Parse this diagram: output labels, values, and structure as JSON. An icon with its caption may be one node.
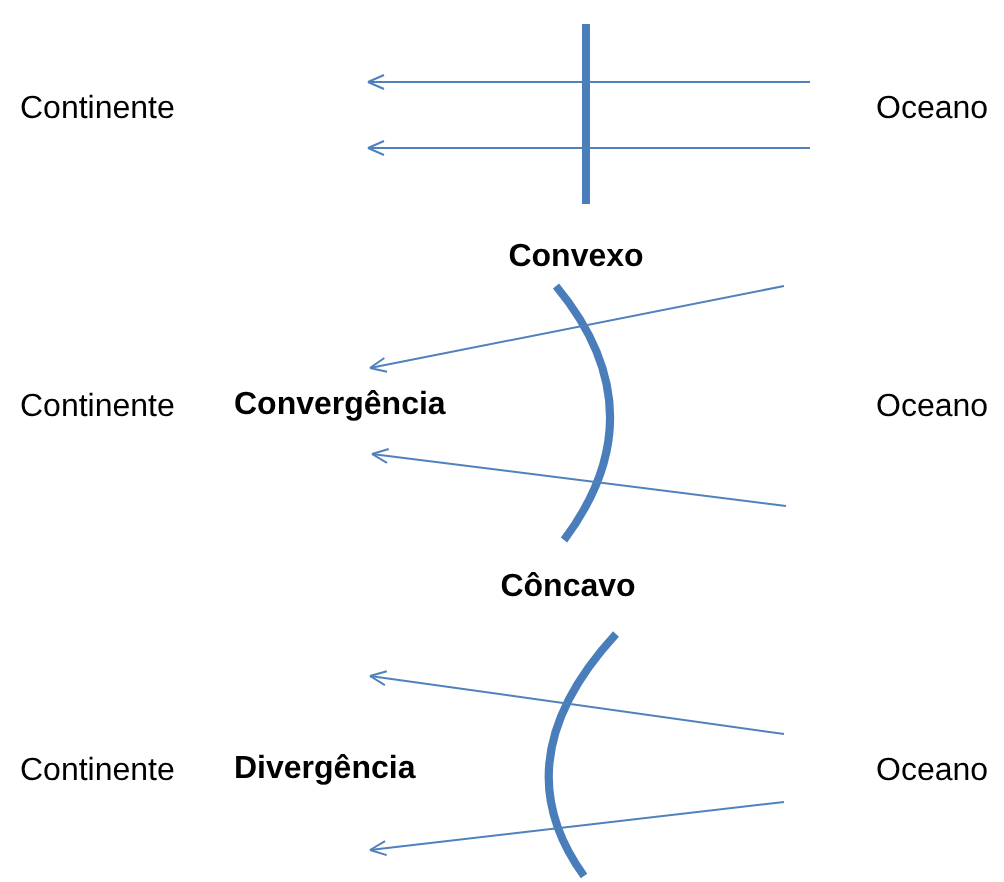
{
  "diagram": {
    "labels": [
      "Continente",
      "Oceano",
      "Convexo",
      "Continente",
      "Convergência",
      "Oceano",
      "Côncavo",
      "Continente",
      "Divergência",
      "Oceano"
    ]
  }
}
